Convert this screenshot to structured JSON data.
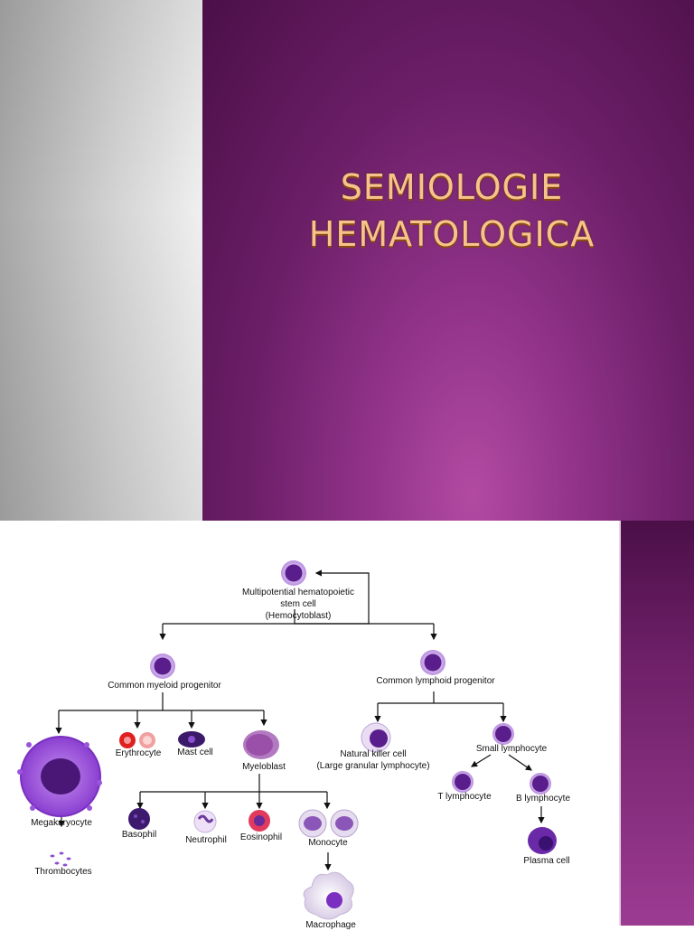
{
  "slide1": {
    "title_line1": "SEMIOLOGIE",
    "title_line2": "HEMATOLOGICA",
    "title_color": "#f6c48a",
    "background_color": "#7a2473"
  },
  "slide2": {
    "labels": {
      "stem_cell_line1": "Multipotential hematopoietic",
      "stem_cell_line2": "stem cell",
      "stem_cell_line3": "(Hemocytoblast)",
      "common_myeloid": "Common myeloid progenitor",
      "common_lymphoid": "Common lymphoid progenitor",
      "erythrocyte": "Erythrocyte",
      "mast_cell": "Mast cell",
      "myeloblast": "Myeloblast",
      "megakaryocyte": "Megakaryocyte",
      "thrombocytes": "Thrombocytes",
      "basophil": "Basophil",
      "neutrophil": "Neutrophil",
      "eosinophil": "Eosinophil",
      "monocyte": "Monocyte",
      "macrophage": "Macrophage",
      "nk_line1": "Natural killer cell",
      "nk_line2": "(Large granular lymphocyte)",
      "small_lymphocyte": "Small lymphocyte",
      "t_lymphocyte": "T lymphocyte",
      "b_lymphocyte": "B lymphocyte",
      "plasma_cell": "Plasma cell"
    },
    "cell_color": "#5a1d8c",
    "cell_halo_color": "#c9a6e6"
  }
}
